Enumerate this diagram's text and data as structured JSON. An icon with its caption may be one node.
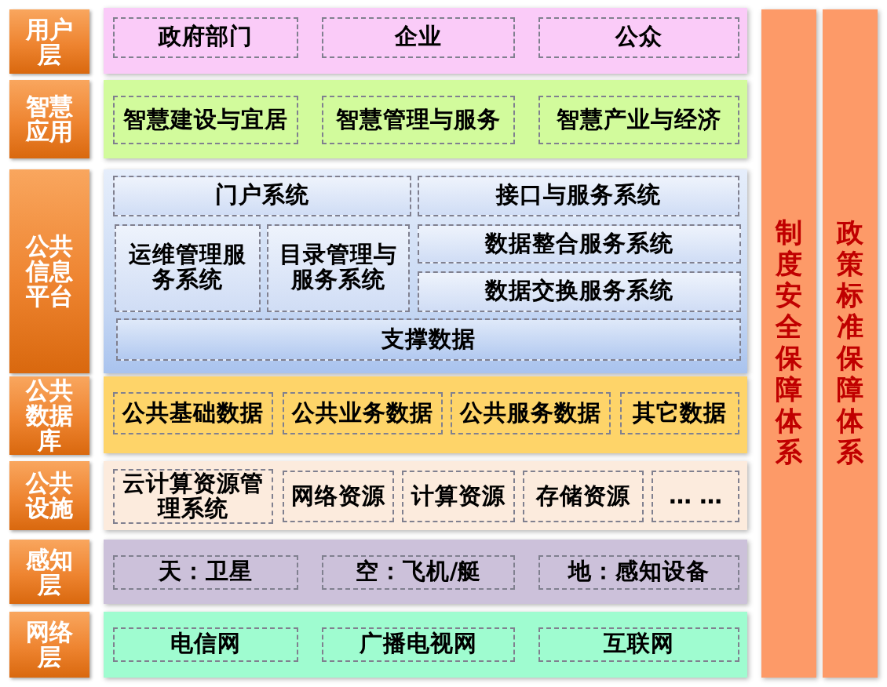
{
  "diagram": {
    "nodes": [
      {
        "text": [
          "用户层"
        ]
      },
      {
        "text": [],
        "shape": "band"
      },
      {
        "text": [
          "政府部门"
        ],
        "in": 1
      },
      {
        "text": [
          "企业"
        ],
        "in": 1
      },
      {
        "text": [
          "公众"
        ],
        "in": 1
      },
      {
        "text": [
          "智慧应用"
        ]
      },
      {
        "text": [],
        "shape": "band"
      },
      {
        "text": [
          "智慧建设与宜居"
        ],
        "in": 6
      },
      {
        "text": [
          "智慧管理与服务"
        ],
        "in": 6
      },
      {
        "text": [
          "智慧产业与经济"
        ],
        "in": 6
      },
      {
        "text": [
          "公共信息平台"
        ]
      },
      {
        "text": [],
        "shape": "band"
      },
      {
        "text": [
          "门户系统"
        ],
        "in": 11
      },
      {
        "text": [
          "接口与服务系统"
        ],
        "in": 11
      },
      {
        "text": [
          "运维管理服务系统"
        ],
        "in": 11
      },
      {
        "text": [
          "目录管理与服务系统"
        ],
        "in": 11
      },
      {
        "text": [
          "数据整合服务系统"
        ],
        "in": 11
      },
      {
        "text": [
          "数据交换服务系统"
        ],
        "in": 11
      },
      {
        "text": [
          "支撑数据"
        ],
        "in": 11
      },
      {
        "text": [
          "公共数据库"
        ]
      },
      {
        "text": [],
        "shape": "band"
      },
      {
        "text": [
          "公共基础数据"
        ],
        "in": 20
      },
      {
        "text": [
          "公共业务数据"
        ],
        "in": 20
      },
      {
        "text": [
          "公共服务数据"
        ],
        "in": 20
      },
      {
        "text": [
          "其它数据"
        ],
        "in": 20
      },
      {
        "text": [
          "公共设施"
        ]
      },
      {
        "text": [],
        "shape": "band"
      },
      {
        "text": [
          "云计算资源管理系统"
        ],
        "in": 26
      },
      {
        "text": [
          "网络资源"
        ],
        "in": 26
      },
      {
        "text": [
          "计算资源"
        ],
        "in": 26
      },
      {
        "text": [
          "存储资源"
        ],
        "in": 26
      },
      {
        "text": [
          "… …"
        ],
        "in": 26
      },
      {
        "text": [
          "感知层"
        ]
      },
      {
        "text": [],
        "shape": "band"
      },
      {
        "text": [
          "天：卫星"
        ],
        "in": 33
      },
      {
        "text": [
          "空：飞机/艇"
        ],
        "in": 33
      },
      {
        "text": [
          "地：感知设备"
        ],
        "in": 33
      },
      {
        "text": [
          "网络层"
        ]
      },
      {
        "text": [],
        "shape": "band"
      },
      {
        "text": [
          "电信网"
        ],
        "in": 38
      },
      {
        "text": [
          "广播电视网"
        ],
        "in": 38
      },
      {
        "text": [
          "互联网"
        ],
        "in": 38
      },
      {
        "text": [
          "制度安全保障体系"
        ]
      },
      {
        "text": [
          "政策标准保障体系"
        ]
      }
    ]
  }
}
